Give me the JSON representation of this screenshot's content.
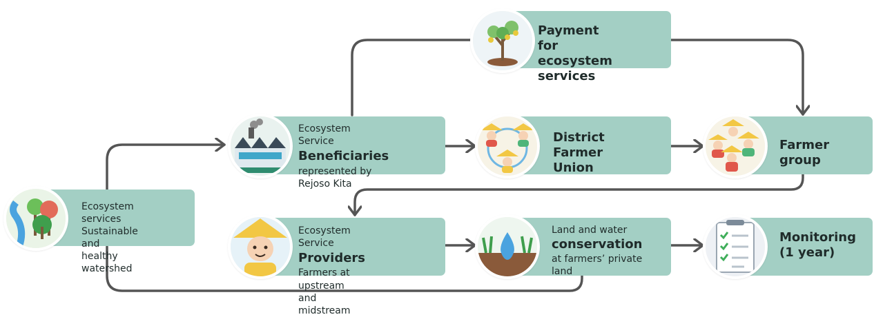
{
  "colors": {
    "box": "#a3cfc4",
    "arrow": "#555555",
    "circle_bg": "#f4f1ea"
  },
  "nodes": {
    "ecosystem": {
      "line1": "Ecosystem services",
      "line2": "Sustainable and",
      "line3": "healthy watershed",
      "icon": "forest-river-icon"
    },
    "beneficiaries": {
      "pre": "Ecosystem Service",
      "title": "Beneficiaries",
      "post": "represented by Rejoso Kita",
      "icon": "factory-icon"
    },
    "payment": {
      "line1": "Payment for",
      "line2": "ecosystem services",
      "icon": "money-tree-icon"
    },
    "union": {
      "line1": "District",
      "line2": "Farmer Union",
      "icon": "farmer-union-icon"
    },
    "group": {
      "title": "Farmer group",
      "icon": "farmer-group-icon"
    },
    "providers": {
      "pre": "Ecosystem Service",
      "title": "Providers",
      "post_inline": "Farmers at",
      "post2": "upstream and midstream",
      "icon": "farmer-icon"
    },
    "conservation": {
      "pre": "Land and water",
      "title": "conservation",
      "post": "at farmers’ private land",
      "icon": "water-drop-soil-icon"
    },
    "monitoring": {
      "line1": "Monitoring",
      "line2": "(1 year)",
      "icon": "checklist-icon"
    }
  }
}
